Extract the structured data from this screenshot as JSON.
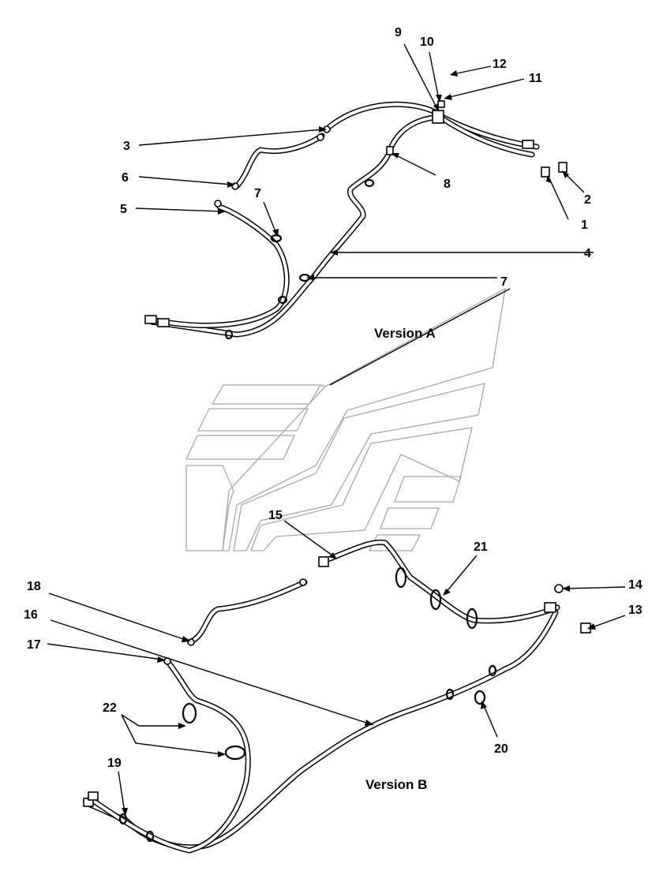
{
  "version_a_label": "Version A",
  "version_b_label": "Version B",
  "callouts": [
    {
      "id": "c1",
      "text": "1"
    },
    {
      "id": "c2",
      "text": "2"
    },
    {
      "id": "c3",
      "text": "3"
    },
    {
      "id": "c4",
      "text": "4"
    },
    {
      "id": "c5",
      "text": "5"
    },
    {
      "id": "c6",
      "text": "6"
    },
    {
      "id": "c7a",
      "text": "7"
    },
    {
      "id": "c7b",
      "text": "7"
    },
    {
      "id": "c8",
      "text": "8"
    },
    {
      "id": "c9",
      "text": "9"
    },
    {
      "id": "c10",
      "text": "10"
    },
    {
      "id": "c11",
      "text": "11"
    },
    {
      "id": "c12",
      "text": "12"
    },
    {
      "id": "c13",
      "text": "13"
    },
    {
      "id": "c14",
      "text": "14"
    },
    {
      "id": "c15",
      "text": "15"
    },
    {
      "id": "c16",
      "text": "16"
    },
    {
      "id": "c17",
      "text": "17"
    },
    {
      "id": "c18",
      "text": "18"
    },
    {
      "id": "c19",
      "text": "19"
    },
    {
      "id": "c20",
      "text": "20"
    },
    {
      "id": "c21",
      "text": "21"
    },
    {
      "id": "c22",
      "text": "22"
    }
  ],
  "watermark": "logo-watermark"
}
